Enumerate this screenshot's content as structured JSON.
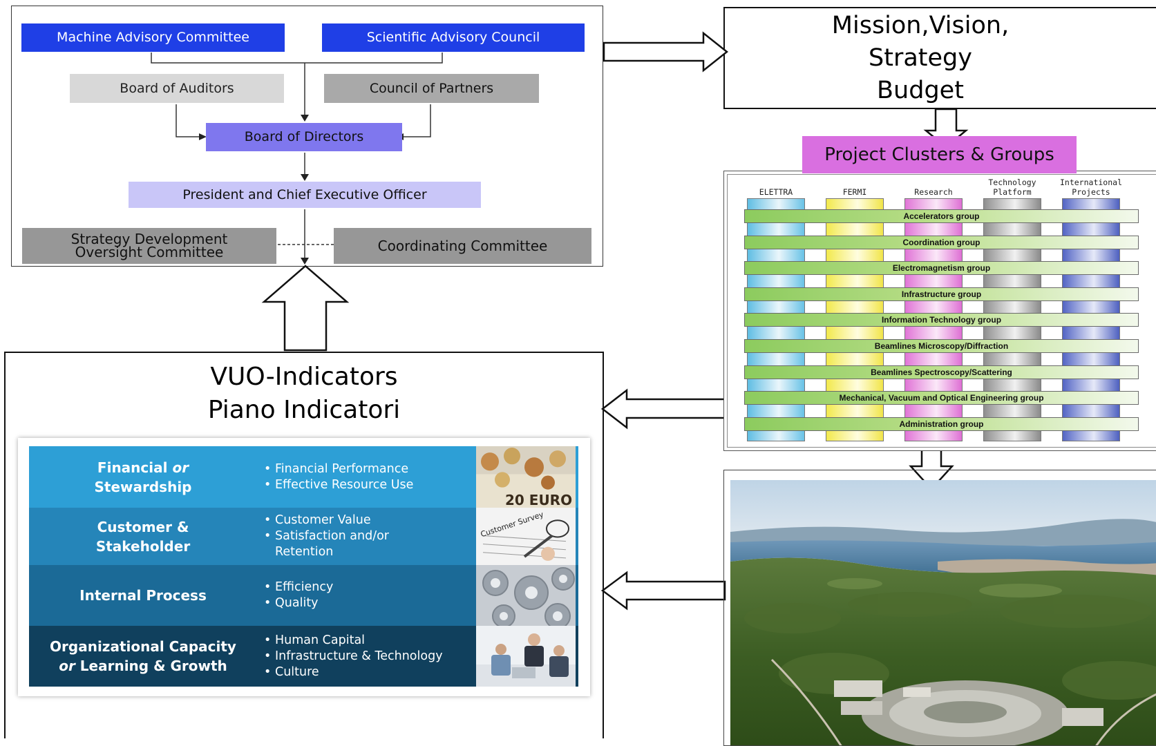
{
  "org_chart": {
    "machine_advisory": "Machine Advisory Committee",
    "scientific_advisory": "Scientific Advisory Council",
    "board_auditors": "Board of Auditors",
    "council_partners": "Council of Partners",
    "board_directors": "Board of Directors",
    "president_ceo": "President and Chief Executive Officer",
    "strategy_line1": "Strategy Development",
    "strategy_line2": "Oversight Committee",
    "coordinating": "Coordinating Committee"
  },
  "mission": {
    "line1": "Mission,Vision,",
    "line2": "Strategy",
    "line3": "Budget"
  },
  "clusters": {
    "title": "Project Clusters & Groups",
    "columns": [
      {
        "line1": "ELETTRA",
        "line2": ""
      },
      {
        "line1": "FERMI",
        "line2": ""
      },
      {
        "line1": "Research",
        "line2": ""
      },
      {
        "line1": "Technology",
        "line2": "Platform"
      },
      {
        "line1": "International",
        "line2": "Projects"
      }
    ],
    "groups": [
      "Accelerators group",
      "Coordination group",
      "Electromagnetism group",
      "Infrastructure group",
      "Information Technology group",
      "Beamlines Microscopy/Diffraction",
      "Beamlines Spectroscopy/Scattering",
      "Mechanical, Vacuum and Optical Engineering group",
      "Administration group"
    ]
  },
  "vuo": {
    "line1": "VUO-Indicators",
    "line2": "Piano Indicatori"
  },
  "scorecard": {
    "rows": [
      {
        "head1": "Financial",
        "head1_em": "or",
        "head2": "Stewardship",
        "head2_em": "",
        "bullets": [
          "Financial Performance",
          "Effective Resource Use"
        ],
        "color": "#2d9fd6"
      },
      {
        "head1": "Customer &",
        "head1_em": "",
        "head2": "Stakeholder",
        "head2_em": "",
        "bullets": [
          "Customer Value",
          "Satisfaction and/or",
          "Retention"
        ],
        "color": "#2585b9"
      },
      {
        "head1": "Internal Process",
        "head1_em": "",
        "head2": "",
        "head2_em": "",
        "bullets": [
          "Efficiency",
          "Quality"
        ],
        "color": "#1b6a97"
      },
      {
        "head1": "Organizational Capacity",
        "head1_em": "",
        "head2": "Learning & Growth",
        "head2_em": "or",
        "bullets": [
          "Human Capital",
          "Infrastructure & Technology",
          "Culture"
        ],
        "color": "#10405d"
      }
    ],
    "photo_labels": {
      "euro": "20 EURO",
      "survey": "Customer Survey"
    }
  }
}
